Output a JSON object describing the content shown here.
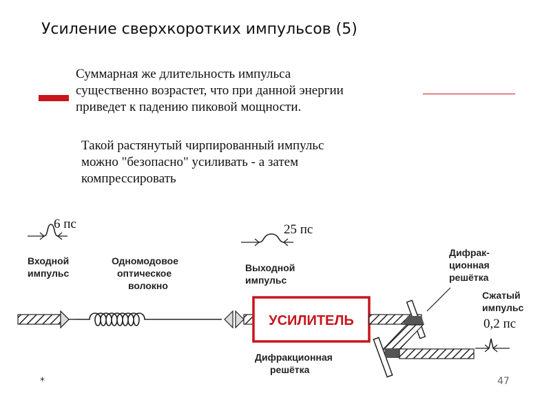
{
  "page_title": "Усиление сверхкоротких импульсов (5)",
  "paragraph1": [
    "Суммарная же длительность импульса",
    "существенно возрастет, что при данной энергии",
    "приведет к падению пиковой мощности."
  ],
  "paragraph2": [
    "Такой растянутый  чирпированный импульс",
    "можно \"безопасно\" усиливать - а затем",
    "компрессировать"
  ],
  "diagram": {
    "input_duration": "6 пс",
    "input_label": [
      "Входной",
      "импульс"
    ],
    "fiber_label": [
      "Одномодовое",
      "оптическое",
      "волокно"
    ],
    "output_duration": "25 пс",
    "output_label": [
      "Выходной",
      "импульс"
    ],
    "amplifier_label": "УСИЛИТЕЛЬ",
    "grating_top_label": [
      "Дифрак-",
      "ционная",
      "решётка"
    ],
    "grating_bottom_label": [
      "Дифракционная",
      "решётка"
    ],
    "compressed_label": [
      "Сжатый",
      "импульс"
    ],
    "compressed_duration": "0,2 пс"
  },
  "footer": {
    "marker": "*",
    "page_number": "47"
  },
  "colors": {
    "accent": "#c8141c"
  }
}
